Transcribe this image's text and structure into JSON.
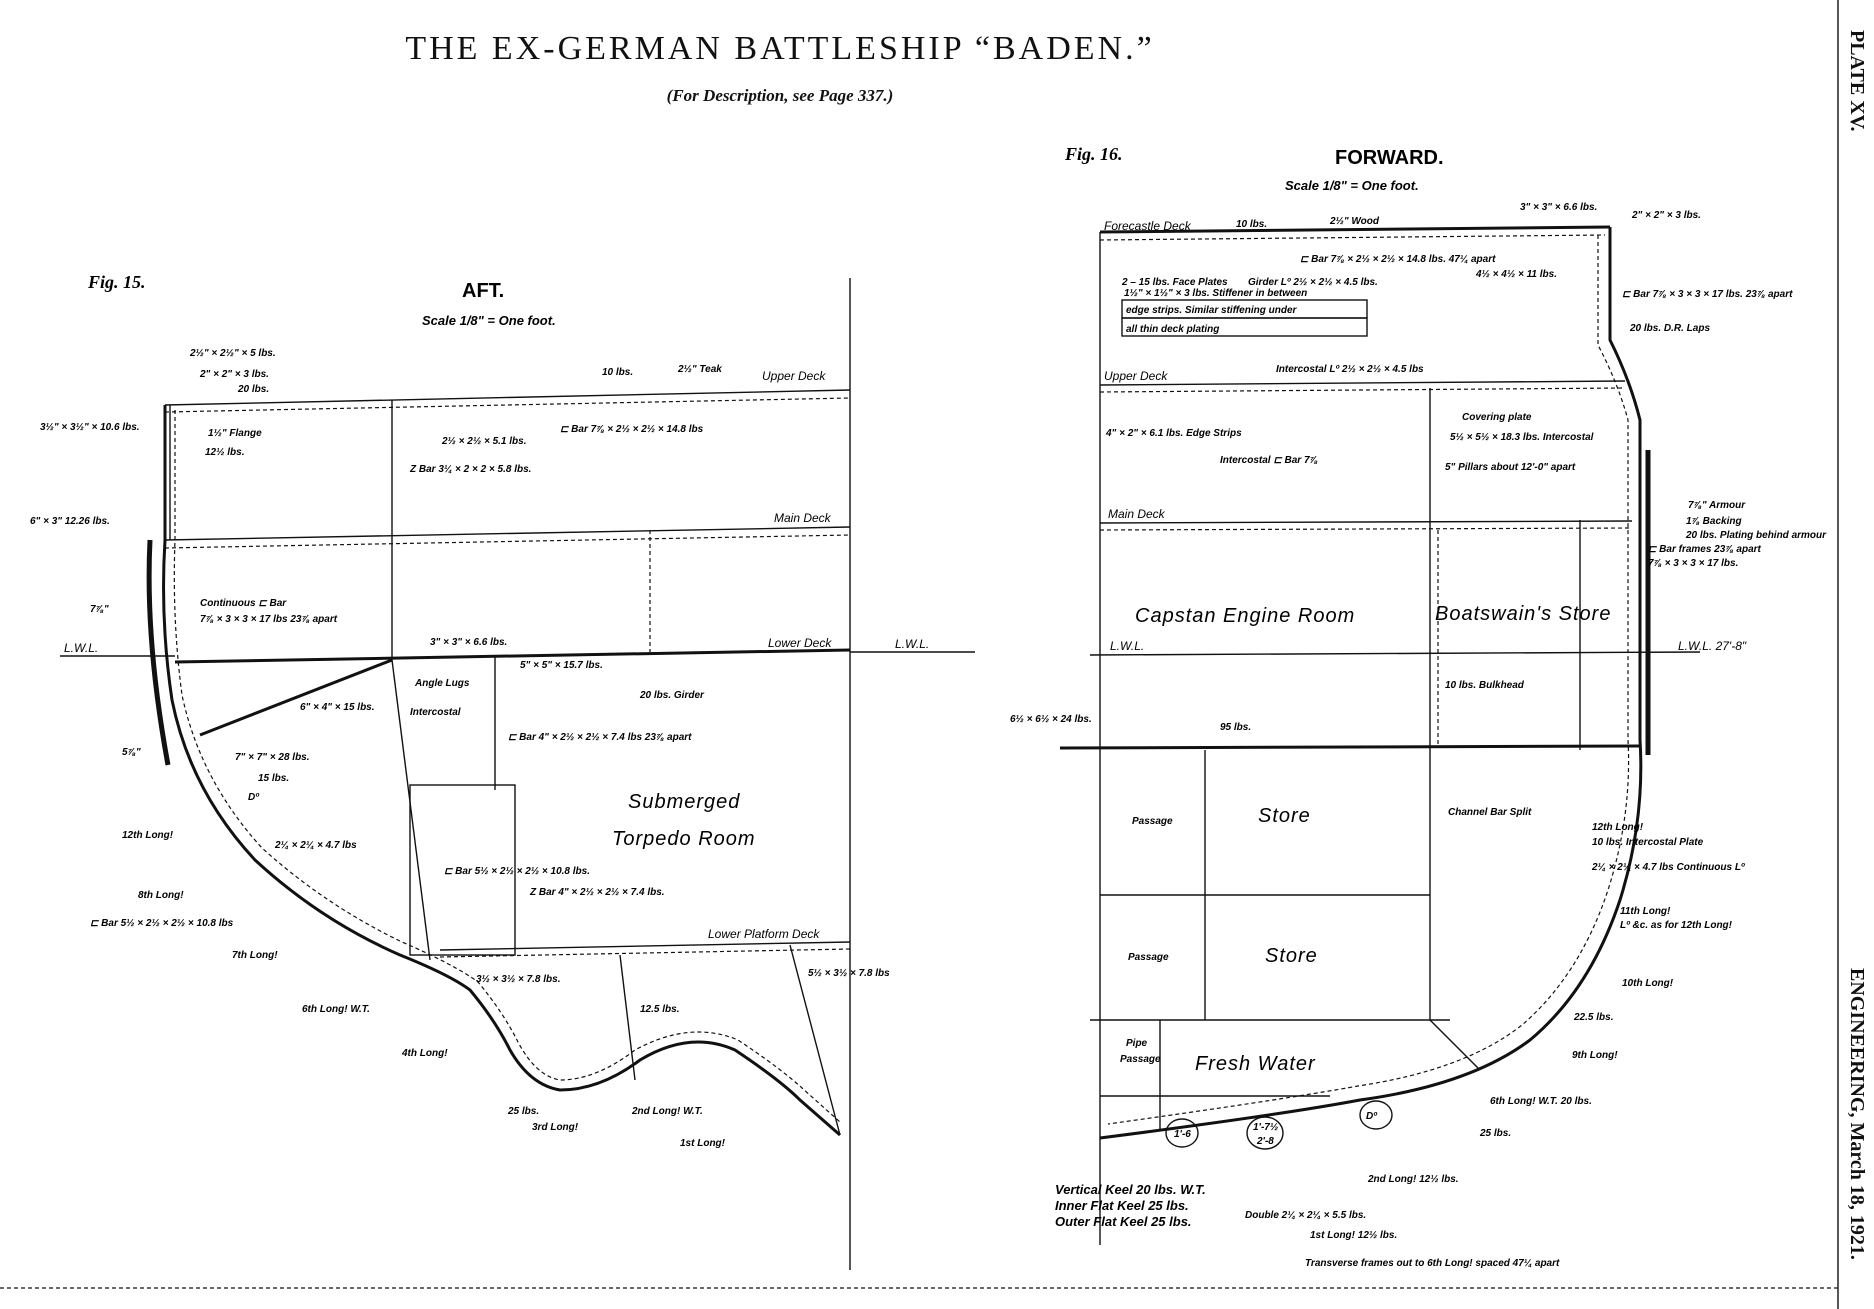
{
  "header": {
    "title": "THE EX-GERMAN BATTLESHIP “BADEN.”",
    "subtitle": "(For Description, see Page 337.)",
    "plate": "PLATE XV.",
    "journal": "ENGINEERING, March 18, 1921."
  },
  "fig15": {
    "label": "Fig. 15.",
    "heading": "AFT.",
    "scale": "Scale 1/8\" = One foot.",
    "decks": {
      "upper": "Upper Deck",
      "main": "Main Deck",
      "lower": "Lower Deck",
      "lower_platform": "Lower Platform Deck",
      "lwl_left": "L.W.L.",
      "lwl_right": "L.W.L."
    },
    "rooms": {
      "torpedo_1": "Submerged",
      "torpedo_2": "Torpedo Room"
    },
    "labels": [
      "2½\" × 2½\" × 5 lbs.",
      "2\" × 2\" × 3 lbs.",
      "20 lbs.",
      "10 lbs.",
      "2½\" Teak",
      "3½\" × 3½\" × 10.6 lbs.",
      "1½\" Flange",
      "12½ lbs.",
      "2½ × 2½ × 5.1 lbs.",
      "⊏ Bar 7⅞ × 2½ × 2½ × 14.8 lbs",
      "Z Bar 3¼ × 2 × 2 × 5.8 lbs.",
      "6\" × 3\" 12.26 lbs.",
      "7⅞\"",
      "Continuous ⊏ Bar",
      "7⅞ × 3 × 3 × 17 lbs 23⅞ apart",
      "3\" × 3\" × 6.6 lbs.",
      "5\" × 5\" × 15.7 lbs.",
      "20 lbs. Girder",
      "6\" × 4\" × 15 lbs.",
      "Angle Lugs",
      "Intercostal",
      "7\" × 7\" × 28 lbs.",
      "15 lbs.",
      "5⅞\"",
      "12th Long!",
      "2¼ × 2¼ × 4.7 lbs",
      "8th Long!",
      "⊏ Bar 5½ × 2½ × 2½ × 10.8 lbs",
      "7th Long!",
      "6th Long! W.T.",
      "4th Long!",
      "3rd Long!",
      "2nd Long! W.T.",
      "1st Long!",
      "25 lbs.",
      "⊏ Bar 4\" × 2½ × 2½ × 7.4 lbs 23⅞ apart",
      "Z Bar 4\" × 2½ × 2½ × 7.4 lbs.",
      "⊏ Bar 5½ × 2½ × 2½ × 10.8 lbs.",
      "3½ × 3½ × 7.8 lbs.",
      "12.5 lbs.",
      "5½ × 3½ × 7.8 lbs",
      "Dº"
    ]
  },
  "fig16": {
    "label": "Fig. 16.",
    "heading": "FORWARD.",
    "scale": "Scale 1/8\" = One foot.",
    "decks": {
      "forecastle": "Forecastle Deck",
      "upper": "Upper Deck",
      "main": "Main Deck",
      "lwl_left": "L.W.L.",
      "lwl_right": "L.W.L. 27'-8\""
    },
    "rooms": {
      "capstan": "Capstan Engine Room",
      "boatswain": "Boatswain's Store",
      "store_upper": "Store",
      "store_lower": "Store",
      "passage_1": "Passage",
      "passage_2": "Passage",
      "pipe_passage_1": "Pipe",
      "pipe_passage_2": "Passage",
      "fresh_water": "Fresh Water"
    },
    "note_box": {
      "line1": "1½\" × 1½\" × 3 lbs. Stiffener in between",
      "line2": "edge strips. Similar stiffening under",
      "line3": "all thin deck plating"
    },
    "labels": [
      "10 lbs.",
      "2½\" Wood",
      "3\" × 3\" × 6.6 lbs.",
      "2\" × 2\" × 3 lbs.",
      "⊏ Bar 7⅞ × 2½ × 2½ × 14.8 lbs. 47¼ apart",
      "4½ × 4½ × 11 lbs.",
      "2 – 15 lbs. Face Plates",
      "Girder Lº 2½ × 2½ × 4.5 lbs.",
      "⊏ Bar 7⅞ × 3 × 3 × 17 lbs. 23⅞ apart",
      "20 lbs. D.R. Laps",
      "Intercostal Lº 2½ × 2½ × 4.5 lbs",
      "4\" × 2\" × 6.1 lbs. Edge Strips",
      "Covering plate",
      "5½ × 5½ × 18.3 lbs. Intercostal",
      "Intercostal ⊏ Bar 7⅞",
      "5\" Pillars about 12'-0\" apart",
      "7⅞\" Armour",
      "1⅞ Backing",
      "20 lbs. Plating behind armour",
      "⊏ Bar frames 23⅞ apart",
      "7⅞ × 3 × 3 × 17 lbs.",
      "10 lbs. Bulkhead",
      "6½ × 6½ × 24 lbs.",
      "95 lbs.",
      "Channel Bar Split",
      "12th Long!",
      "10 lbs. Intercostal Plate",
      "2¼ × 2¼ × 4.7 lbs Continuous Lº",
      "11th Long!",
      "Lº &c. as for 12th Long!",
      "10th Long!",
      "9th Long!",
      "6th Long! W.T. 20 lbs.",
      "2nd Long! 12½ lbs.",
      "Double 2¼ × 2¼ × 5.5 lbs.",
      "1st Long! 12½ lbs.",
      "22.5 lbs.",
      "25 lbs.",
      "1'-6",
      "1'-7½",
      "2'-8",
      "Dº"
    ],
    "keel": {
      "vertical": "Vertical Keel 20 lbs. W.T.",
      "inner": "Inner Flat Keel 25 lbs.",
      "outer": "Outer Flat Keel 25 lbs."
    },
    "footnote": "Transverse frames out to 6th Long! spaced 47¼ apart"
  }
}
